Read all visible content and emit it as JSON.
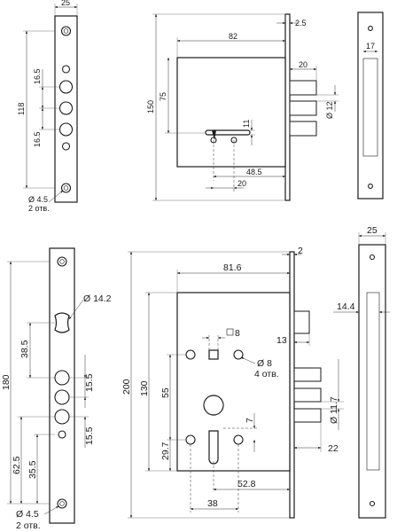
{
  "top_set": {
    "faceplate": {
      "width": "25",
      "height": "118",
      "spacing_upper": "16.5",
      "spacing_lower": "16.5",
      "screw_diameter": "Ø 4.5",
      "screw_count": "2 отв."
    },
    "lock_body": {
      "plate_thickness": "2.5",
      "body_width": "82",
      "overall_height": "150",
      "keyhole_height": "75",
      "bolt_projection": "20",
      "bolt_diameter": "Ø 12",
      "keyhole_size": "11",
      "backset": "48.5",
      "spindle_offset": "20"
    },
    "strike_plate": {
      "width": "17"
    }
  },
  "bottom_set": {
    "faceplate": {
      "height": "180",
      "cutout_diameter": "Ø 14.2",
      "cutout_to_bolt": "38.5",
      "bolt_spacing_upper": "15.5",
      "bolt_spacing_lower": "15.5",
      "bottom_to_cylinder": "62.5",
      "bottom_to_hole": "35.5",
      "screw_diameter": "Ø 4.5",
      "screw_count": "2 отв."
    },
    "lock_body": {
      "plate_thickness": "2",
      "body_width": "81.6",
      "overall_height": "200",
      "inner_height": "130",
      "square_size": "8",
      "latch_projection": "13",
      "hole_diameter": "Ø 8",
      "hole_count": "4 отв.",
      "bolt_diameter": "Ø 11.7",
      "hole_spacing": "55",
      "cylinder_offset": "7",
      "cylinder_bottom": "29.7",
      "bolt_to_plate": "22",
      "backset": "52.8",
      "hole_offset": "38"
    },
    "strike_plate": {
      "width": "25",
      "inset": "14.4"
    }
  }
}
